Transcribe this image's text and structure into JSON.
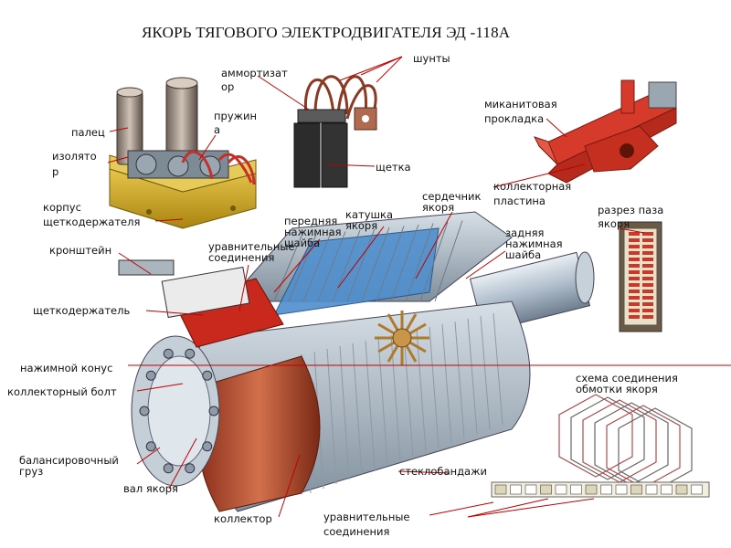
{
  "title": "ЯКОРЬ ТЯГОВОГО ЭЛЕКТРОДВИГАТЕЛЯ  ЭД -118А",
  "labels": {
    "amortizator_1": "аммортизат",
    "amortizator_2": "ор",
    "shunty": "шунты",
    "palets": "палец",
    "pruzhina_1": "пружин",
    "pruzhina_2": "а",
    "izolyator_1": "изолято",
    "izolyator_2": "р",
    "shchetka": "щетка",
    "mikanit_1": "миканитовая",
    "mikanit_2": "прокладка",
    "kollektor_plastina_1": "коллекторная",
    "kollektor_plastina_2": "пластина",
    "korpus_1": "корпус",
    "korpus_2": "щеткодержателя",
    "serdechnik_1": "сердечник",
    "serdechnik_2": "якоря",
    "katushka_1": "катушка",
    "katushka_2": "якоря",
    "perednyaya_1": "передняя",
    "perednyaya_2": "нажимная",
    "perednyaya_3": "шайба",
    "razrez_1": "разрез паза",
    "razrez_2": "якоря",
    "kronshtein": "кронштейн",
    "uravnit_top_1": "уравнительные",
    "uravnit_top_2": "соединения",
    "zadnyaya_1": "задняя",
    "zadnyaya_2": "нажимная",
    "zadnyaya_3": "шайба",
    "shchetkoderzhatel": "щеткодержатель",
    "nazhimnoy_konus": "нажимной конус",
    "kollektorny_bolt": "коллекторный болт",
    "skhema_1": "схема соединения",
    "skhema_2": "обмотки якоря",
    "balans_1": "балансировочный",
    "balans_2": "груз",
    "steklobandazhi": "стеклобандажи",
    "val": "вал якоря",
    "kollektor": "коллектор",
    "uravnit_bot_1": "уравнительные",
    "uravnit_bot_2": "соединения"
  },
  "colors": {
    "leader_line": "#c00000",
    "steel": "#b8c6d2",
    "copper": "#b5492a",
    "insulation": "#5aa0d8",
    "brass": "#c9a21b"
  }
}
